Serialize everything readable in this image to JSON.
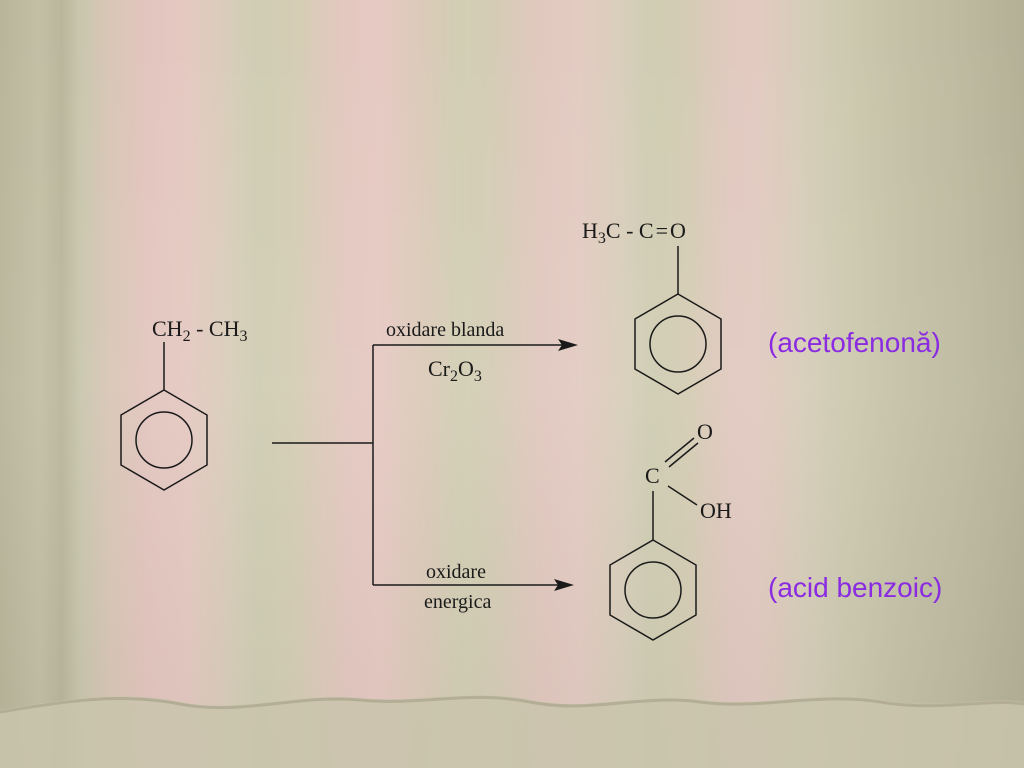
{
  "reactant": {
    "group_parts": [
      "CH",
      "2",
      " - CH",
      "3"
    ]
  },
  "reactions": [
    {
      "condition_line1": "oxidare blanda",
      "reagent_parts": [
        "Cr",
        "2",
        "O",
        "3"
      ],
      "product_group_parts": [
        "H",
        "3",
        "C - C",
        "=",
        "O"
      ],
      "product_label": "(acetofenonă)"
    },
    {
      "condition_line1": "oxidare",
      "condition_line2": "energica",
      "product_group": {
        "carbon": "C",
        "oxygen": "O",
        "hydroxyl": "OH"
      },
      "product_label": "(acid benzoic)"
    }
  ],
  "colors": {
    "label": "#8a2be2",
    "structure": "#1a1a1a"
  }
}
